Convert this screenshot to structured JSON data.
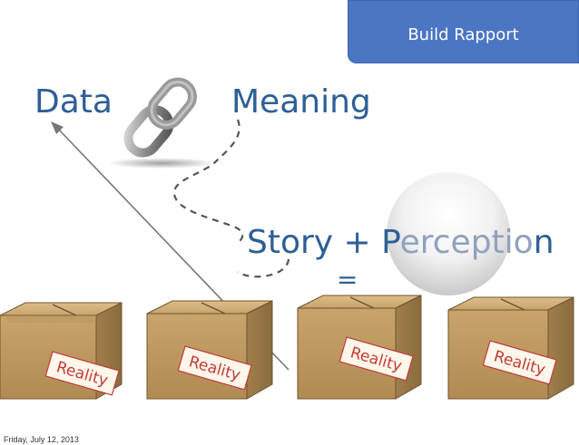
{
  "badge": {
    "label": "Build Rapport"
  },
  "words": {
    "data": "Data",
    "meaning": "Meaning",
    "story_prefix": "Story + ",
    "story_p": "P",
    "story_middle": "erceptio",
    "story_suffix": "n",
    "equals": "="
  },
  "boxes": [
    {
      "label": "Reality"
    },
    {
      "label": "Reality"
    },
    {
      "label": "Reality"
    },
    {
      "label": "Reality"
    }
  ],
  "footer": {
    "date": "Friday, July 12, 2013"
  },
  "colors": {
    "accent_blue": "#4a76c4",
    "text_blue": "#2d5f95",
    "box_tan": "#c9a46b",
    "reality_red": "#c23b3b"
  },
  "icons": {
    "link": "chain-link-icon",
    "cardboard_box": "cardboard-box-icon"
  }
}
